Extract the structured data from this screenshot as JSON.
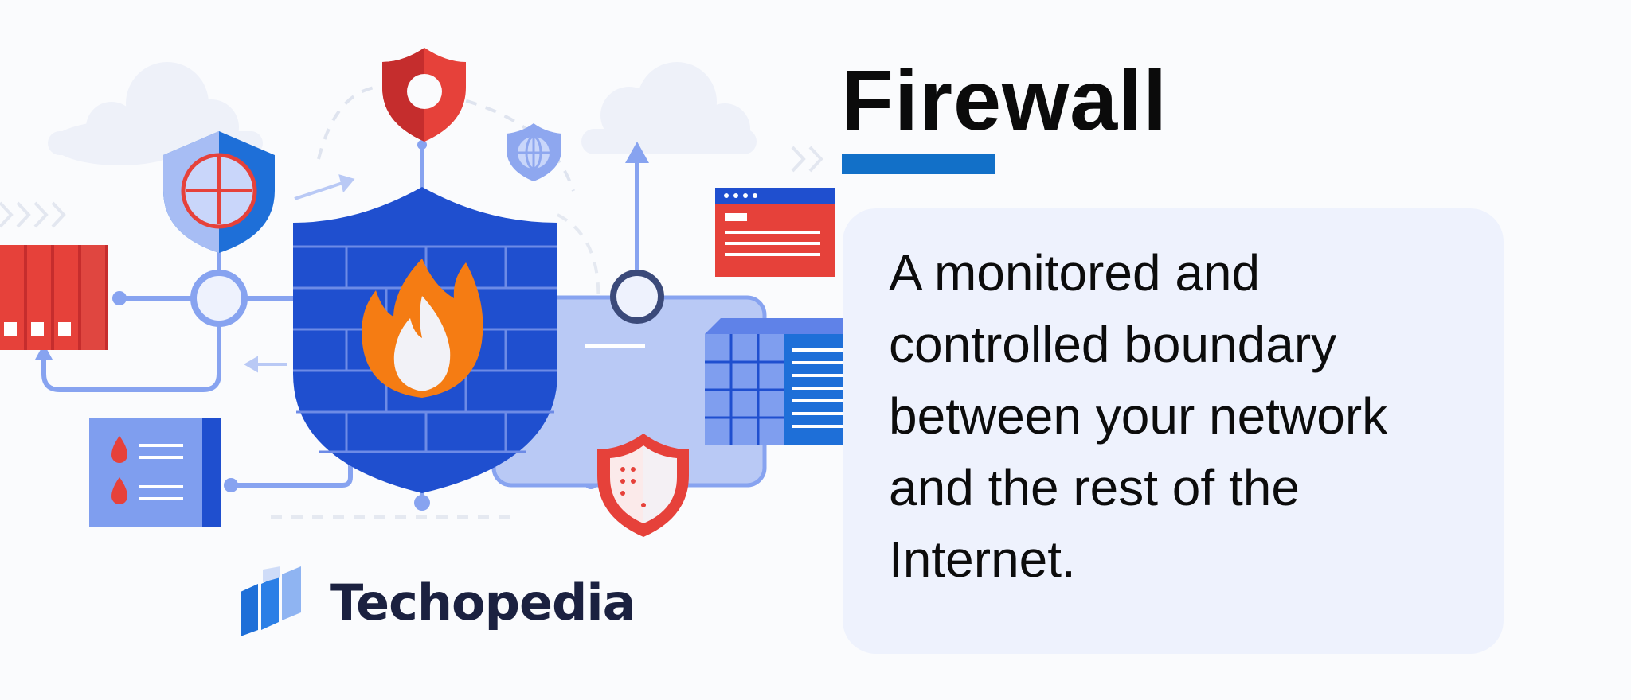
{
  "heading": {
    "title": "Firewall"
  },
  "definition": {
    "text": "A monitored and controlled boundary between your network and the rest of the Internet."
  },
  "brand": {
    "name": "Techopedia",
    "logo_icon": "techopedia-logo-icon"
  },
  "illustration": {
    "icons": [
      "cloud-icon",
      "shield-crosshair-icon",
      "shield-lock-icon",
      "shield-globe-icon",
      "firewall-brick-shield-icon",
      "flame-icon",
      "server-rack-icon",
      "browser-window-icon",
      "database-icon",
      "document-icon",
      "shield-alert-icon",
      "arrow-up-icon"
    ]
  },
  "colors": {
    "accent_blue": "#1270c8",
    "shield_blue": "#1f4fcf",
    "alert_red": "#e6413a",
    "light_blue": "#b9c9f5",
    "flame_orange": "#f57c13",
    "card_bg": "#eef2fd",
    "brand_dark": "#1b2140"
  }
}
